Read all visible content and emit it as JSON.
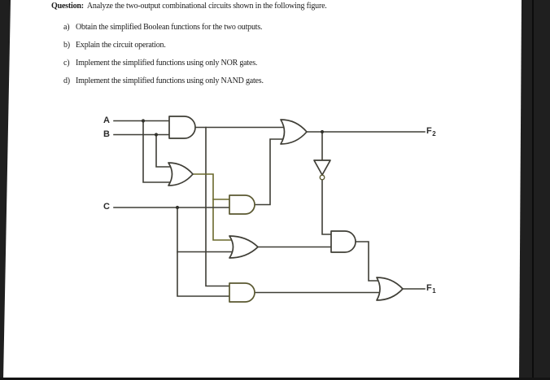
{
  "page": {
    "background": "#ffffff",
    "border_color": "#1f1f1f",
    "text_color": "#1b1b1b",
    "wire_color": "#3f3e36"
  },
  "question": {
    "label": "Question:",
    "text": "Analyze the two-output combinational circuits shown in the following figure.",
    "items": [
      {
        "marker": "a)",
        "text": "Obtain the simplified Boolean functions for the two outputs."
      },
      {
        "marker": "b)",
        "text": "Explain the circuit operation."
      },
      {
        "marker": "c)",
        "text": "Implement the simplified functions using only NOR gates."
      },
      {
        "marker": "d)",
        "text": "Implement the simplified functions using only NAND gates."
      }
    ]
  },
  "circuit": {
    "input_labels": [
      "A",
      "B",
      "C"
    ],
    "output_labels": [
      {
        "base": "F",
        "sub": "2"
      },
      {
        "base": "F",
        "sub": "1"
      }
    ]
  }
}
